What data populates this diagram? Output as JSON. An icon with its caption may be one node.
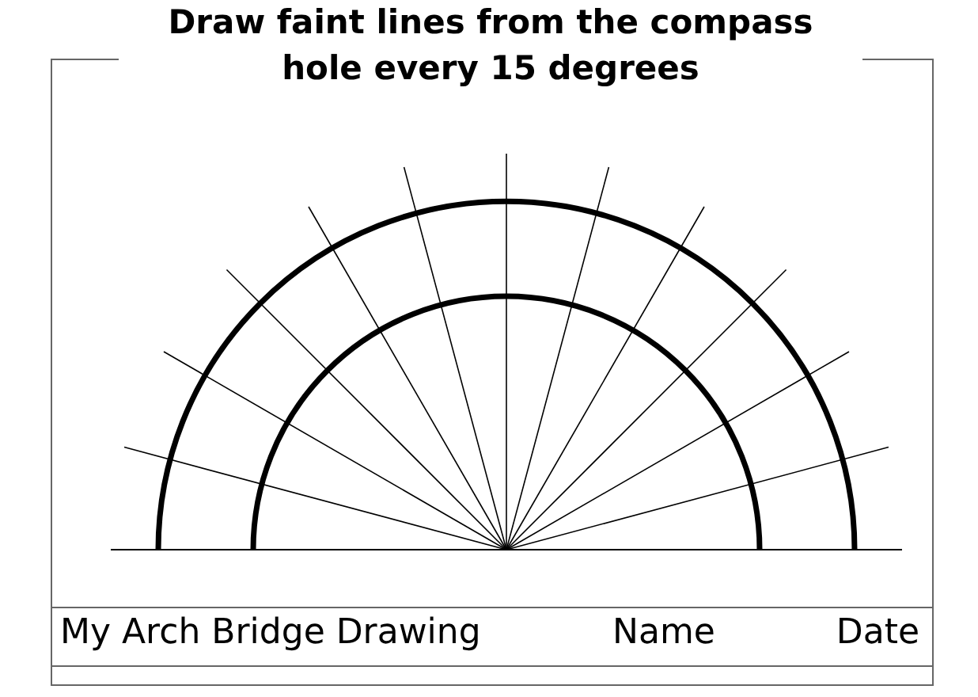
{
  "diagram": {
    "title": "Draw faint lines from the compass hole every 15 degrees",
    "labels": [
      "My Arch Bridge Drawing",
      "Name",
      "Date"
    ]
  }
}
